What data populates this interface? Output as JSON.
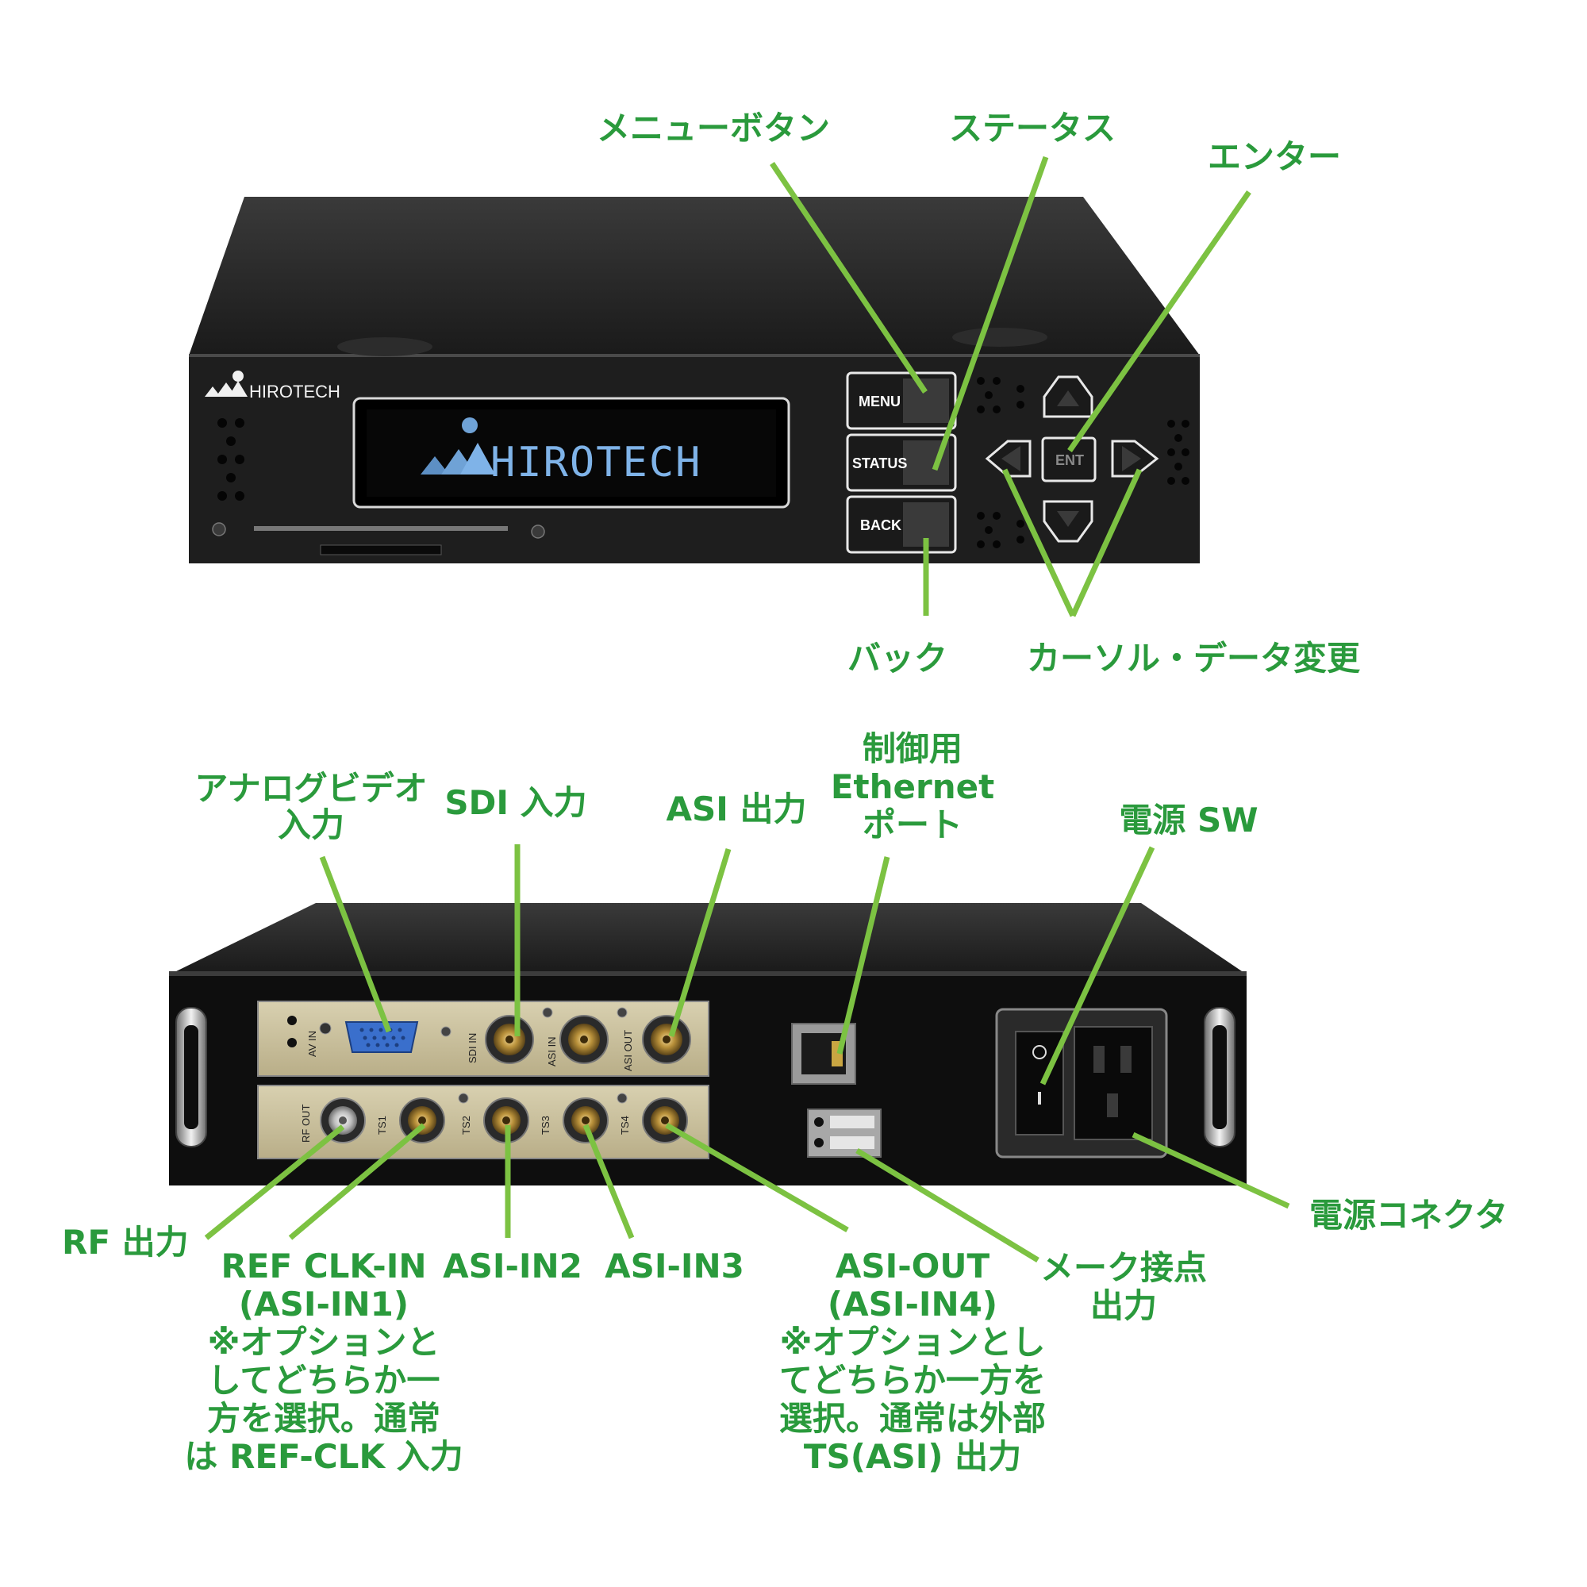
{
  "front_panel": {
    "brand_logo": "HIROTECH",
    "lcd_display": "HIROTECH",
    "buttons": {
      "menu": "MENU",
      "status": "STATUS",
      "back": "BACK",
      "enter": "ENT"
    }
  },
  "rear_panel": {
    "silkscreen": {
      "av_in": "AV IN",
      "sdi_in": "SDI IN",
      "asi_in": "ASI IN",
      "asi_out": "ASI OUT",
      "rf_out": "RF OUT",
      "ts1": "TS1",
      "ts2": "TS2",
      "ts3": "TS3",
      "ts4": "TS4"
    }
  },
  "callouts": {
    "menu_button": "メニューボタン",
    "status": "ステータス",
    "enter": "エンター",
    "back": "バック",
    "cursor_data_change": "カーソル・データ変更",
    "analog_video_in": [
      "アナログビデオ",
      "入力"
    ],
    "sdi_in": "SDI 入力",
    "asi_out": "ASI 出力",
    "ethernet_port": [
      "制御用",
      "Ethernet",
      "ポート"
    ],
    "power_sw": "電源 SW",
    "power_connector": "電源コネクタ",
    "rf_out": "RF 出力",
    "ref_clk_in": [
      "REF CLK-IN",
      "(ASI-IN1)",
      "※オプションと",
      "してどちらか一",
      "方を選択。通常",
      "は REF-CLK 入力"
    ],
    "asi_in2": "ASI-IN2",
    "asi_in3": "ASI-IN3",
    "asi_out_in4": [
      "ASI-OUT",
      "(ASI-IN4)",
      "※オプションとし",
      "てどちらか一方を",
      "選択。通常は外部",
      "TS(ASI) 出力"
    ],
    "make_contact_out": [
      "メーク接点",
      "出力"
    ]
  },
  "colors": {
    "callout_text": "#2a9a3c",
    "leader_line": "#7cc242",
    "chassis": "#1c1c1c",
    "lcd_text": "#7fb3e8"
  }
}
